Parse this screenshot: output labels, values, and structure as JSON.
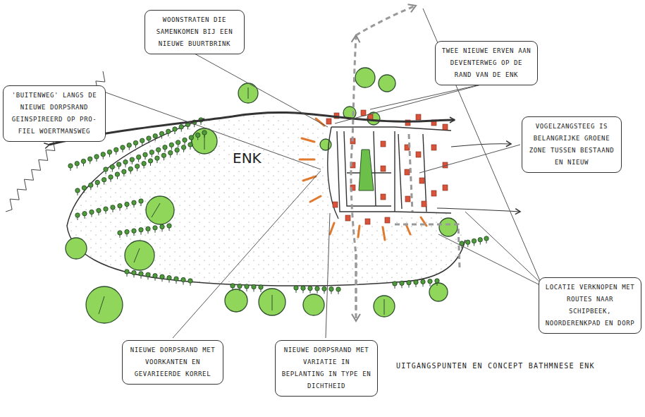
{
  "diagram": {
    "title": "UITGANGSPUNTEN EN CONCEPT BATHMNESE ENK",
    "nodes": [
      {
        "text": [
          "WOONSTRATEN DIE SAMENKOMEN BIJ EEN NIEUWE BUURTBRINK"
        ]
      },
      {
        "text": [
          "TWEE NIEUWE ERVEN AAN DEVENTERWEG OP DE RAND VAN DE ENK"
        ]
      },
      {
        "text": [
          "'BUITENWEG' LANGS DE NIEUWE DORPSRAND GEINSPIREERD OP PRO- FIEL WOERTMANSWEG"
        ]
      },
      {
        "text": [
          "VOGELZANGSTEEG IS BELANGRIJKE GROENE ZONE TUSSEN BESTAAND EN NIEUW"
        ]
      },
      {
        "text": [
          "LOCATIE VERKNOPEN MET ROUTES NAAR SCHIPBEEK, NOORDERENKPAD EN DORP"
        ]
      },
      {
        "text": [
          "NIEUWE DORPSRAND MET VOORKANTEN EN GEVARIEERDE KORREL"
        ]
      },
      {
        "text": [
          "NIEUWE DORPSRAND MET VARIATIE IN BEPLANTING IN TYPE EN DICHTHEID"
        ]
      }
    ],
    "labels": [
      "ENK"
    ]
  }
}
